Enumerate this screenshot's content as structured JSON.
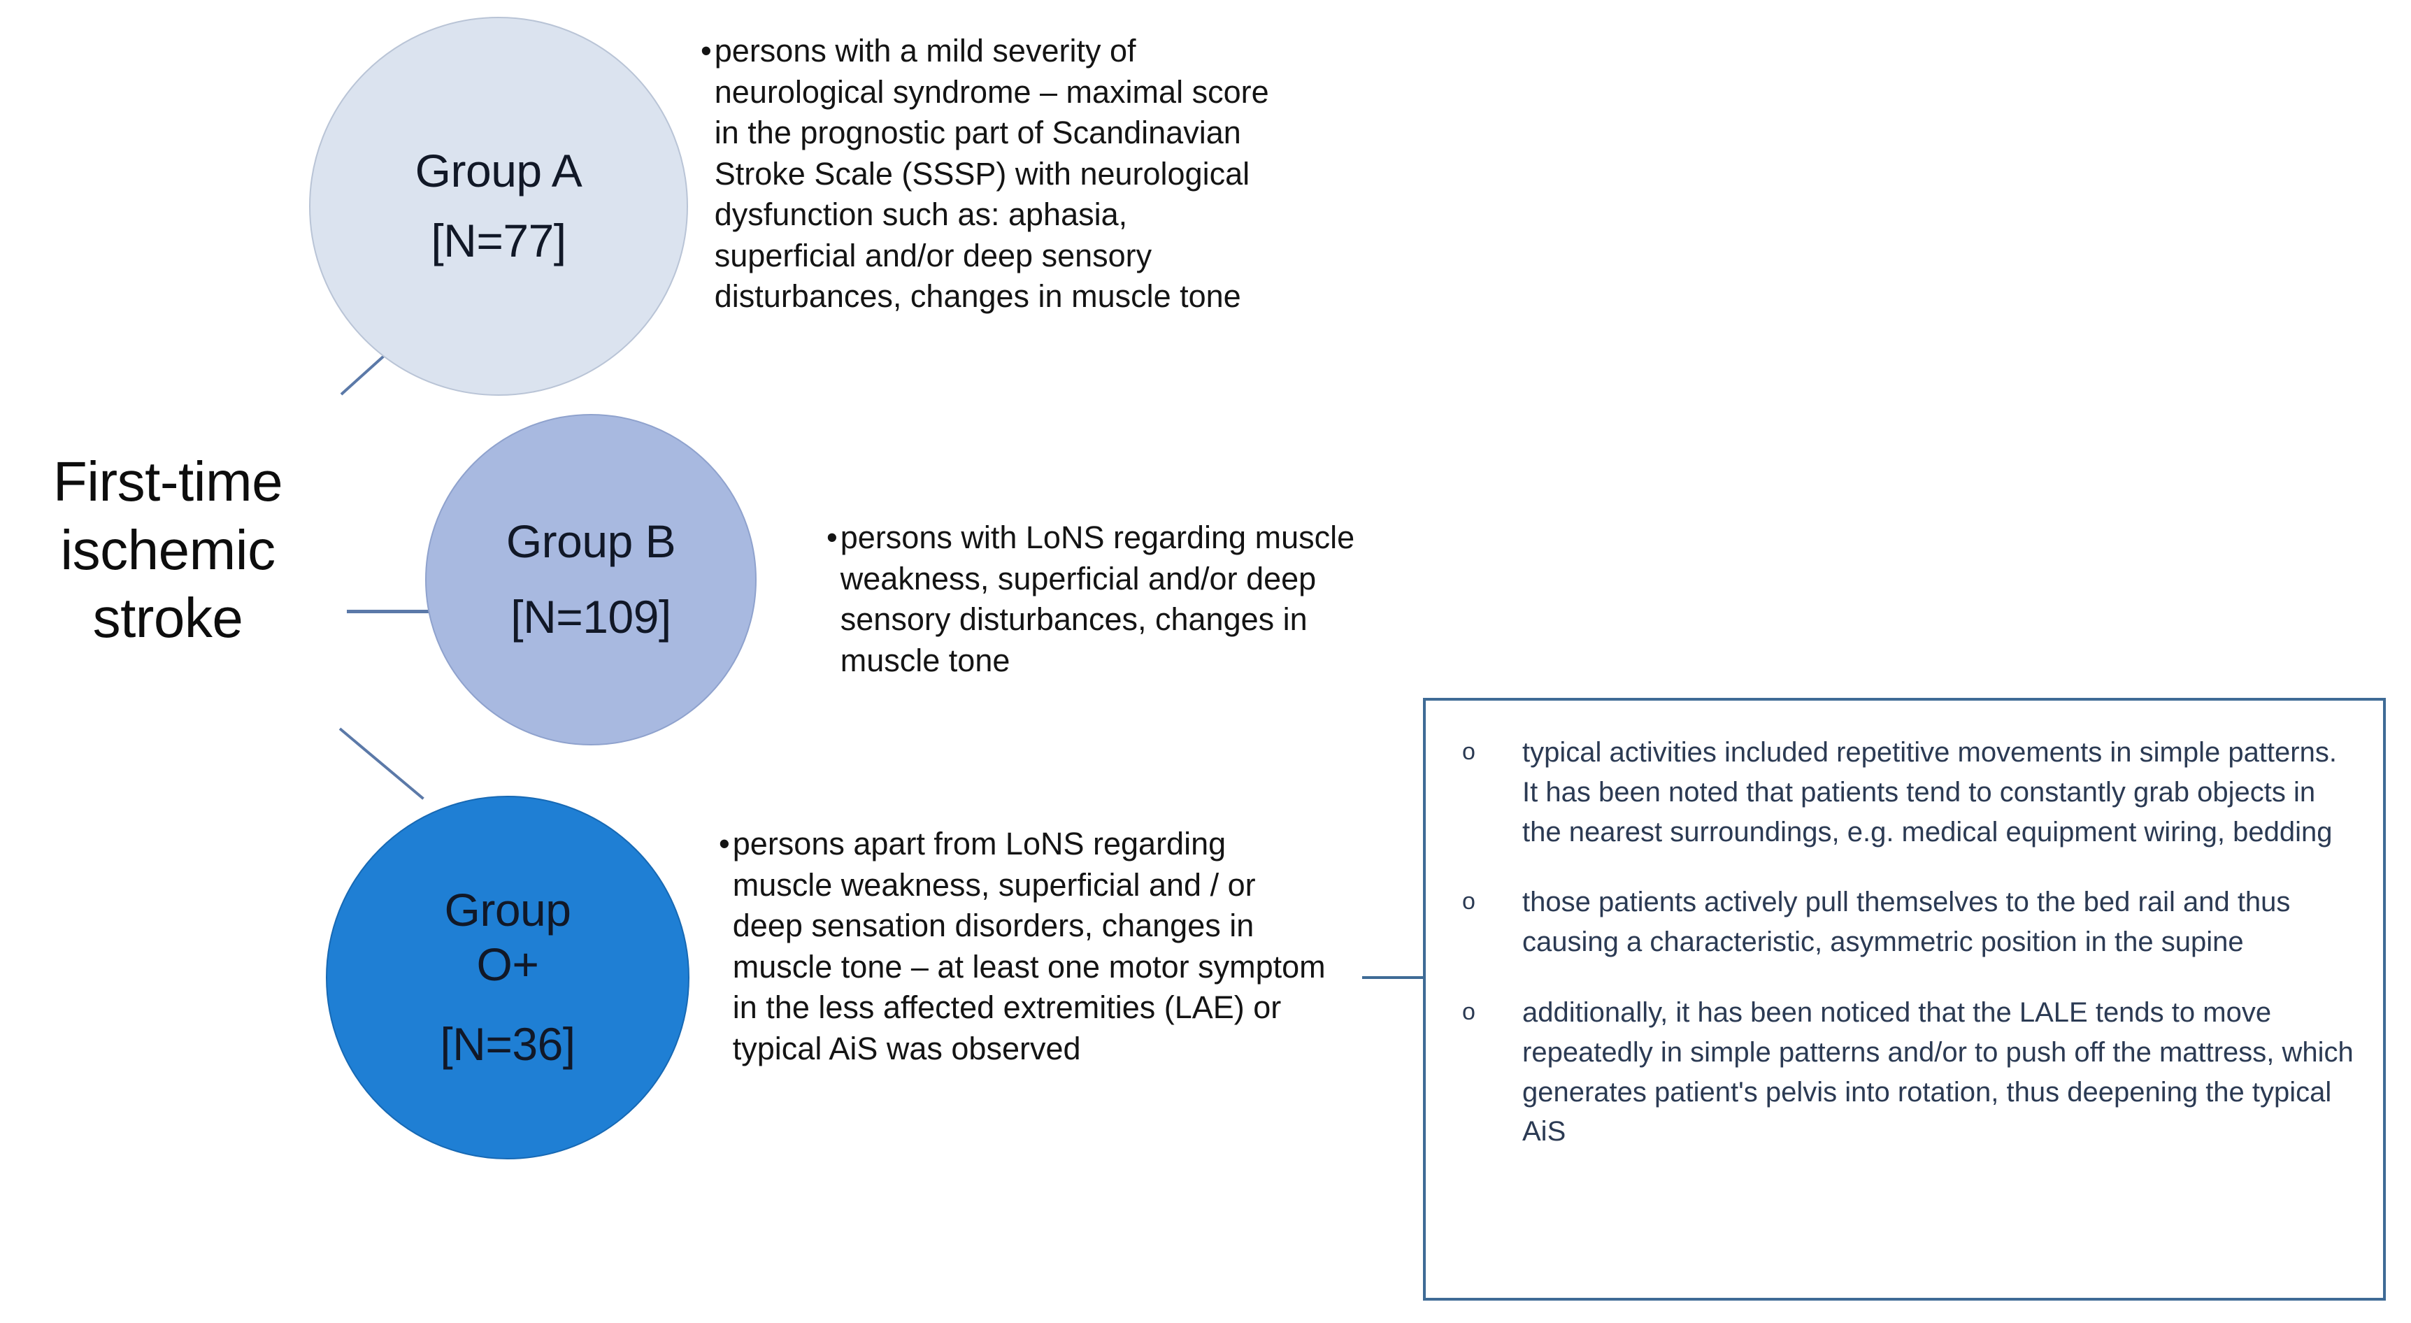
{
  "root": {
    "label": "First-time ischemic stroke"
  },
  "groups": [
    {
      "id": "a",
      "name": "Group A",
      "count": "[N=77]",
      "fill": "#dbe3ef",
      "description": "persons with a mild severity of neurological syndrome – maximal score in the prognostic part of Scandinavian Stroke Scale (SSSP) with neurological dysfunction such as: aphasia, superficial and/or deep sensory disturbances, changes in muscle tone",
      "bullet": "•"
    },
    {
      "id": "b",
      "name": "Group B",
      "count": "[N=109]",
      "fill": "#a8b9e0",
      "description": "persons with LoNS regarding muscle weakness, superficial and/or deep sensory disturbances, changes in muscle tone",
      "bullet": "•"
    },
    {
      "id": "o",
      "name_line1": "Group",
      "name_line2": "O+",
      "name": "Group O+",
      "count": "[N=36]",
      "fill": "#1f7fd4",
      "description": "persons apart from LoNS regarding muscle weakness, superficial and / or deep sensation disorders, changes in muscle tone – at least one motor symptom in the less affected extremities (LAE) or typical AiS was observed",
      "bullet": "•"
    }
  ],
  "info_box": {
    "border_color": "#3f6b96",
    "marker": "o",
    "items": [
      "typical activities included repetitive movements  in simple patterns. It has been noted that patients tend  to constantly grab objects in the nearest surroundings, e.g. medical equipment wiring, bedding",
      "those patients actively pull themselves to the bed rail and thus causing a characteristic, asymmetric position in the supine",
      "additionally, it has been noticed that the LALE  tends to move repeatedly in simple patterns and/or to push off the mattress, which generates patient's pelvis into rotation, thus deepening the typical AiS"
    ]
  }
}
